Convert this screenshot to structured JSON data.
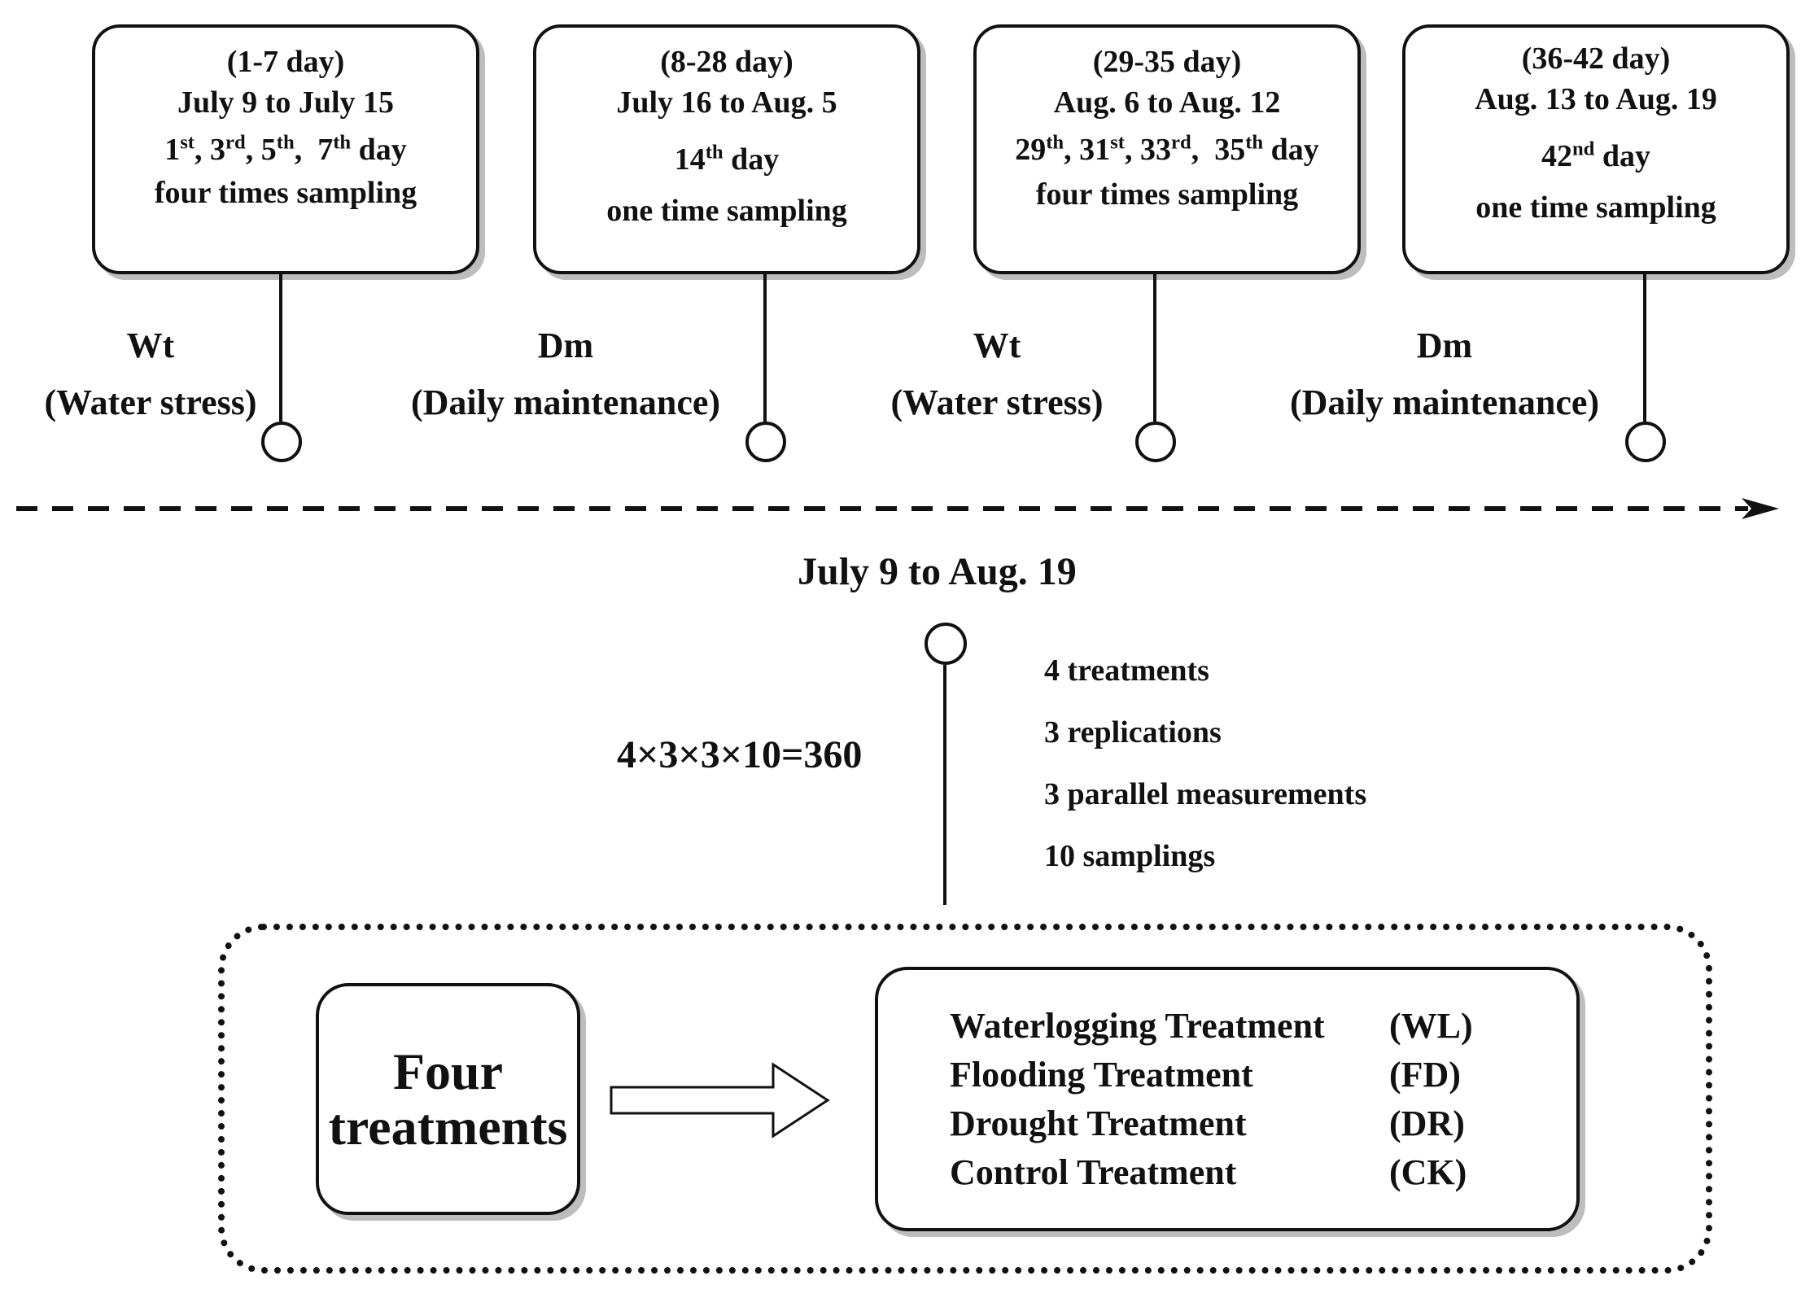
{
  "timeline": [
    {
      "day_range": "(1-7 day)",
      "dates": "July 9 to July 15",
      "sample_days": [
        {
          "n": "1",
          "s": "st",
          "sep": ", "
        },
        {
          "n": "3",
          "s": "rd",
          "sep": ", "
        },
        {
          "n": "5",
          "s": "th",
          "sep": ",  "
        },
        {
          "n": "7",
          "s": "th",
          "sep": " day"
        }
      ],
      "sampling": "four times sampling",
      "phase_abbr": "Wt",
      "phase_name": "(Water stress)"
    },
    {
      "day_range": "(8-28 day)",
      "dates": "July 16 to Aug. 5",
      "sample_days": [
        {
          "n": "14",
          "s": "th",
          "sep": " day"
        }
      ],
      "sampling": "one time sampling",
      "phase_abbr": "Dm",
      "phase_name": "(Daily maintenance)"
    },
    {
      "day_range": "(29-35 day)",
      "dates": "Aug. 6 to Aug. 12",
      "sample_days": [
        {
          "n": "29",
          "s": "th",
          "sep": ", "
        },
        {
          "n": "31",
          "s": "st",
          "sep": ", "
        },
        {
          "n": "33",
          "s": "rd",
          "sep": ",  "
        },
        {
          "n": "35",
          "s": "th",
          "sep": " day"
        }
      ],
      "sampling": "four times sampling",
      "phase_abbr": "Wt",
      "phase_name": "(Water stress)"
    },
    {
      "day_range": "(36-42 day)",
      "dates": "Aug. 13 to Aug. 19",
      "sample_days": [
        {
          "n": "42",
          "s": "nd",
          "sep": " day"
        }
      ],
      "sampling": "one time sampling",
      "phase_abbr": "Dm",
      "phase_name": "(Daily maintenance)"
    }
  ],
  "period": "July 9 to Aug. 19",
  "formula": "4×3×3×10=360",
  "design_items": [
    "4 treatments",
    "3 replications",
    "3 parallel measurements",
    "10 samplings"
  ],
  "four_treatments": {
    "line1": "Four",
    "line2": "treatments"
  },
  "treatments": [
    {
      "name": "Waterlogging Treatment",
      "code": "(WL)"
    },
    {
      "name": "Flooding Treatment",
      "code": "(FD)"
    },
    {
      "name": "Drought Treatment",
      "code": "(DR)"
    },
    {
      "name": "Control Treatment",
      "code": "(CK)"
    }
  ]
}
